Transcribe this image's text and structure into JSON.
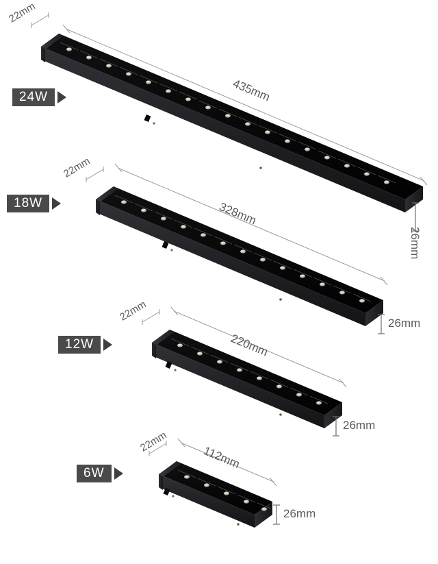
{
  "page": {
    "title": "LED Linear Track Light Dimensions",
    "background_color": "#ffffff",
    "badge_bg_color": "#4a4a4a",
    "badge_text_color": "#ffffff",
    "dimension_text_color": "#5b5b5b",
    "dimension_line_color": "#9b9b9b",
    "product_body_color": "#1c1c1e"
  },
  "products": [
    {
      "id": "product-24w",
      "power_label": "24W",
      "length": "435mm",
      "width": "22mm",
      "height": "26mm",
      "led_cells": 18,
      "height_label_orientation": "vertical"
    },
    {
      "id": "product-18w",
      "power_label": "18W",
      "length": "328mm",
      "width": "22mm",
      "height": "26mm",
      "led_cells": 14,
      "height_label_orientation": "horizontal"
    },
    {
      "id": "product-12w",
      "power_label": "12W",
      "length": "220mm",
      "width": "22mm",
      "height": "26mm",
      "led_cells": 10,
      "height_label_orientation": "horizontal"
    },
    {
      "id": "product-6w",
      "power_label": "6W",
      "length": "112mm",
      "width": "22mm",
      "height": "26mm",
      "led_cells": 6,
      "height_label_orientation": "horizontal"
    }
  ]
}
